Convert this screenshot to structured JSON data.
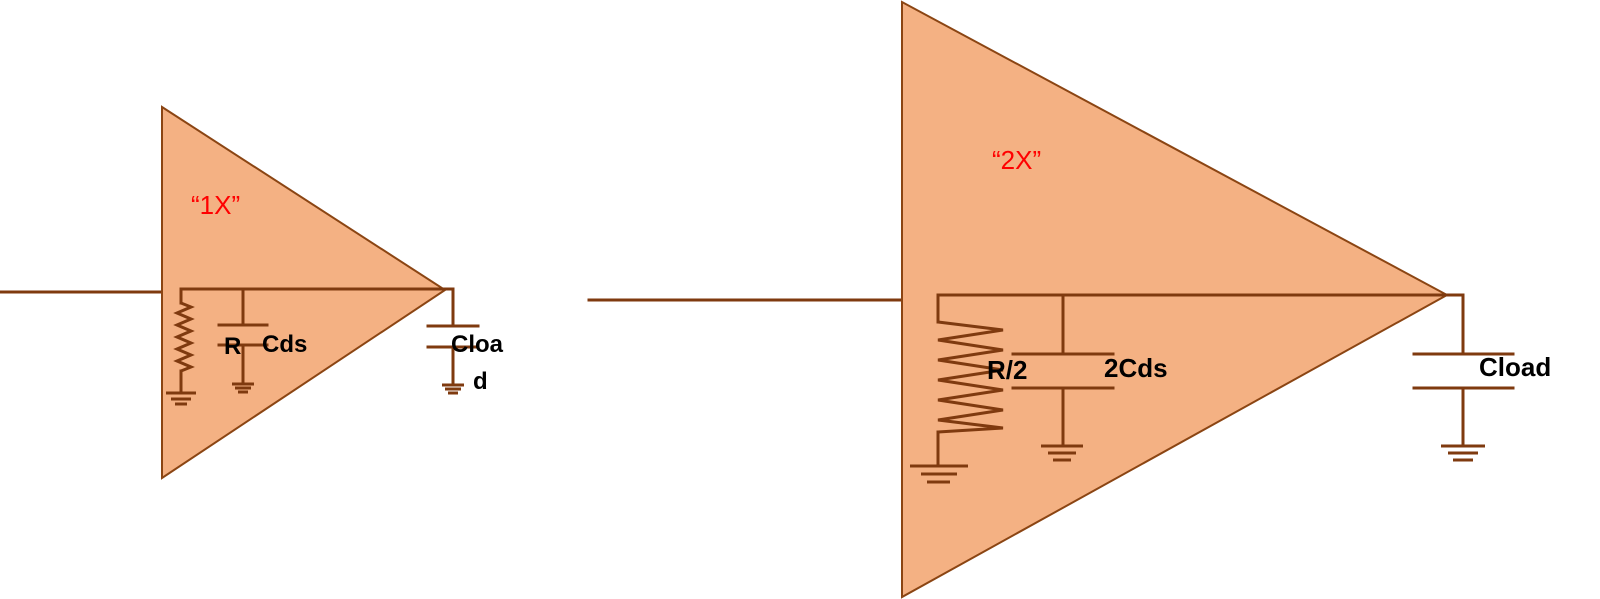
{
  "colors": {
    "triangle_fill": "#f4b183",
    "triangle_stroke": "#8b4513",
    "wire": "#7f3a0f",
    "gain_label": "#ff0000",
    "component_label": "#000000"
  },
  "small_driver": {
    "gain_label": "“1X”",
    "resistor_label": "R",
    "cds_label": "Cds",
    "cload_label_line1": "Cloa",
    "cload_label_line2": "d"
  },
  "large_driver": {
    "gain_label": "“2X”",
    "resistor_label": "R/2",
    "cds_label": "2Cds",
    "cload_label": "Cload"
  }
}
